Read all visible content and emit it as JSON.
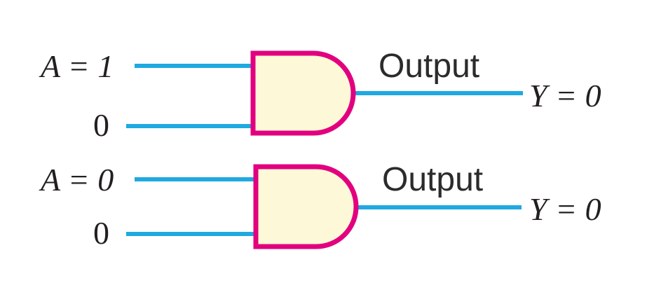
{
  "diagram": {
    "title": "AND gate truth-table illustration",
    "background_color": "#ffffff",
    "colors": {
      "gate_fill": "#fdf8d7",
      "gate_stroke": "#e2007f",
      "wire": "#1fa9e0",
      "text": "#231f20",
      "text_sans": "#2b2b2b"
    },
    "gates": [
      {
        "id": "gate-1",
        "type": "and-gate",
        "inputs": [
          {
            "id": "input-a",
            "label": "A = 1",
            "value": "1"
          },
          {
            "id": "input-b",
            "label": "0",
            "value": "0"
          }
        ],
        "output": {
          "id": "output-y",
          "caption": "Output",
          "label": "Y = 0",
          "value": "0"
        }
      },
      {
        "id": "gate-2",
        "type": "and-gate",
        "inputs": [
          {
            "id": "input-a",
            "label": "A = 0",
            "value": "0"
          },
          {
            "id": "input-b",
            "label": "0",
            "value": "0"
          }
        ],
        "output": {
          "id": "output-y",
          "caption": "Output",
          "label": "Y = 0",
          "value": "0"
        }
      }
    ]
  }
}
